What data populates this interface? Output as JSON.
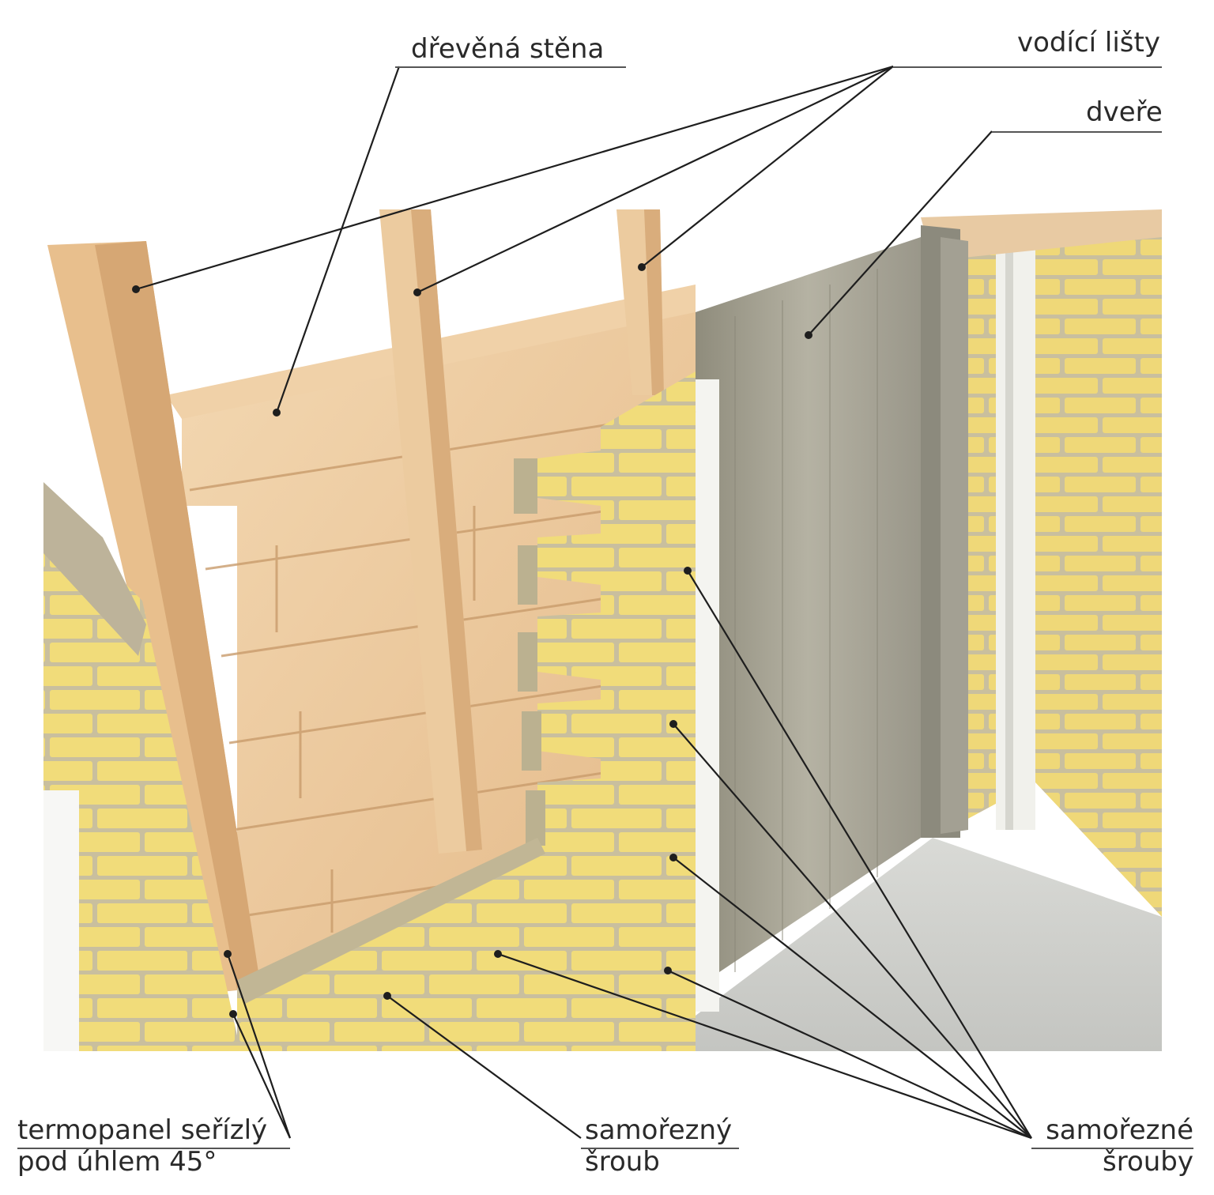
{
  "labels": {
    "wooden_wall": "dřevěná stěna",
    "guide_rails": "vodící lišty",
    "door": "dveře",
    "thermopanel_line1": "termopanel seřízlý",
    "thermopanel_line2": "pod úhlem 45°",
    "screw_line1": "samořezný",
    "screw_line2": "šroub",
    "screws_line1": "samořezné",
    "screws_line2": "šrouby"
  },
  "colors": {
    "brick": "#f1dc7a",
    "brick_shade": "#d9c25a",
    "mortar": "#c9bf9e",
    "wood": "#ecc79a",
    "wood_dark": "#d7aa78",
    "door": "#a9a696",
    "floor": "#cfd0cc",
    "leader": "#1e1e1e"
  }
}
